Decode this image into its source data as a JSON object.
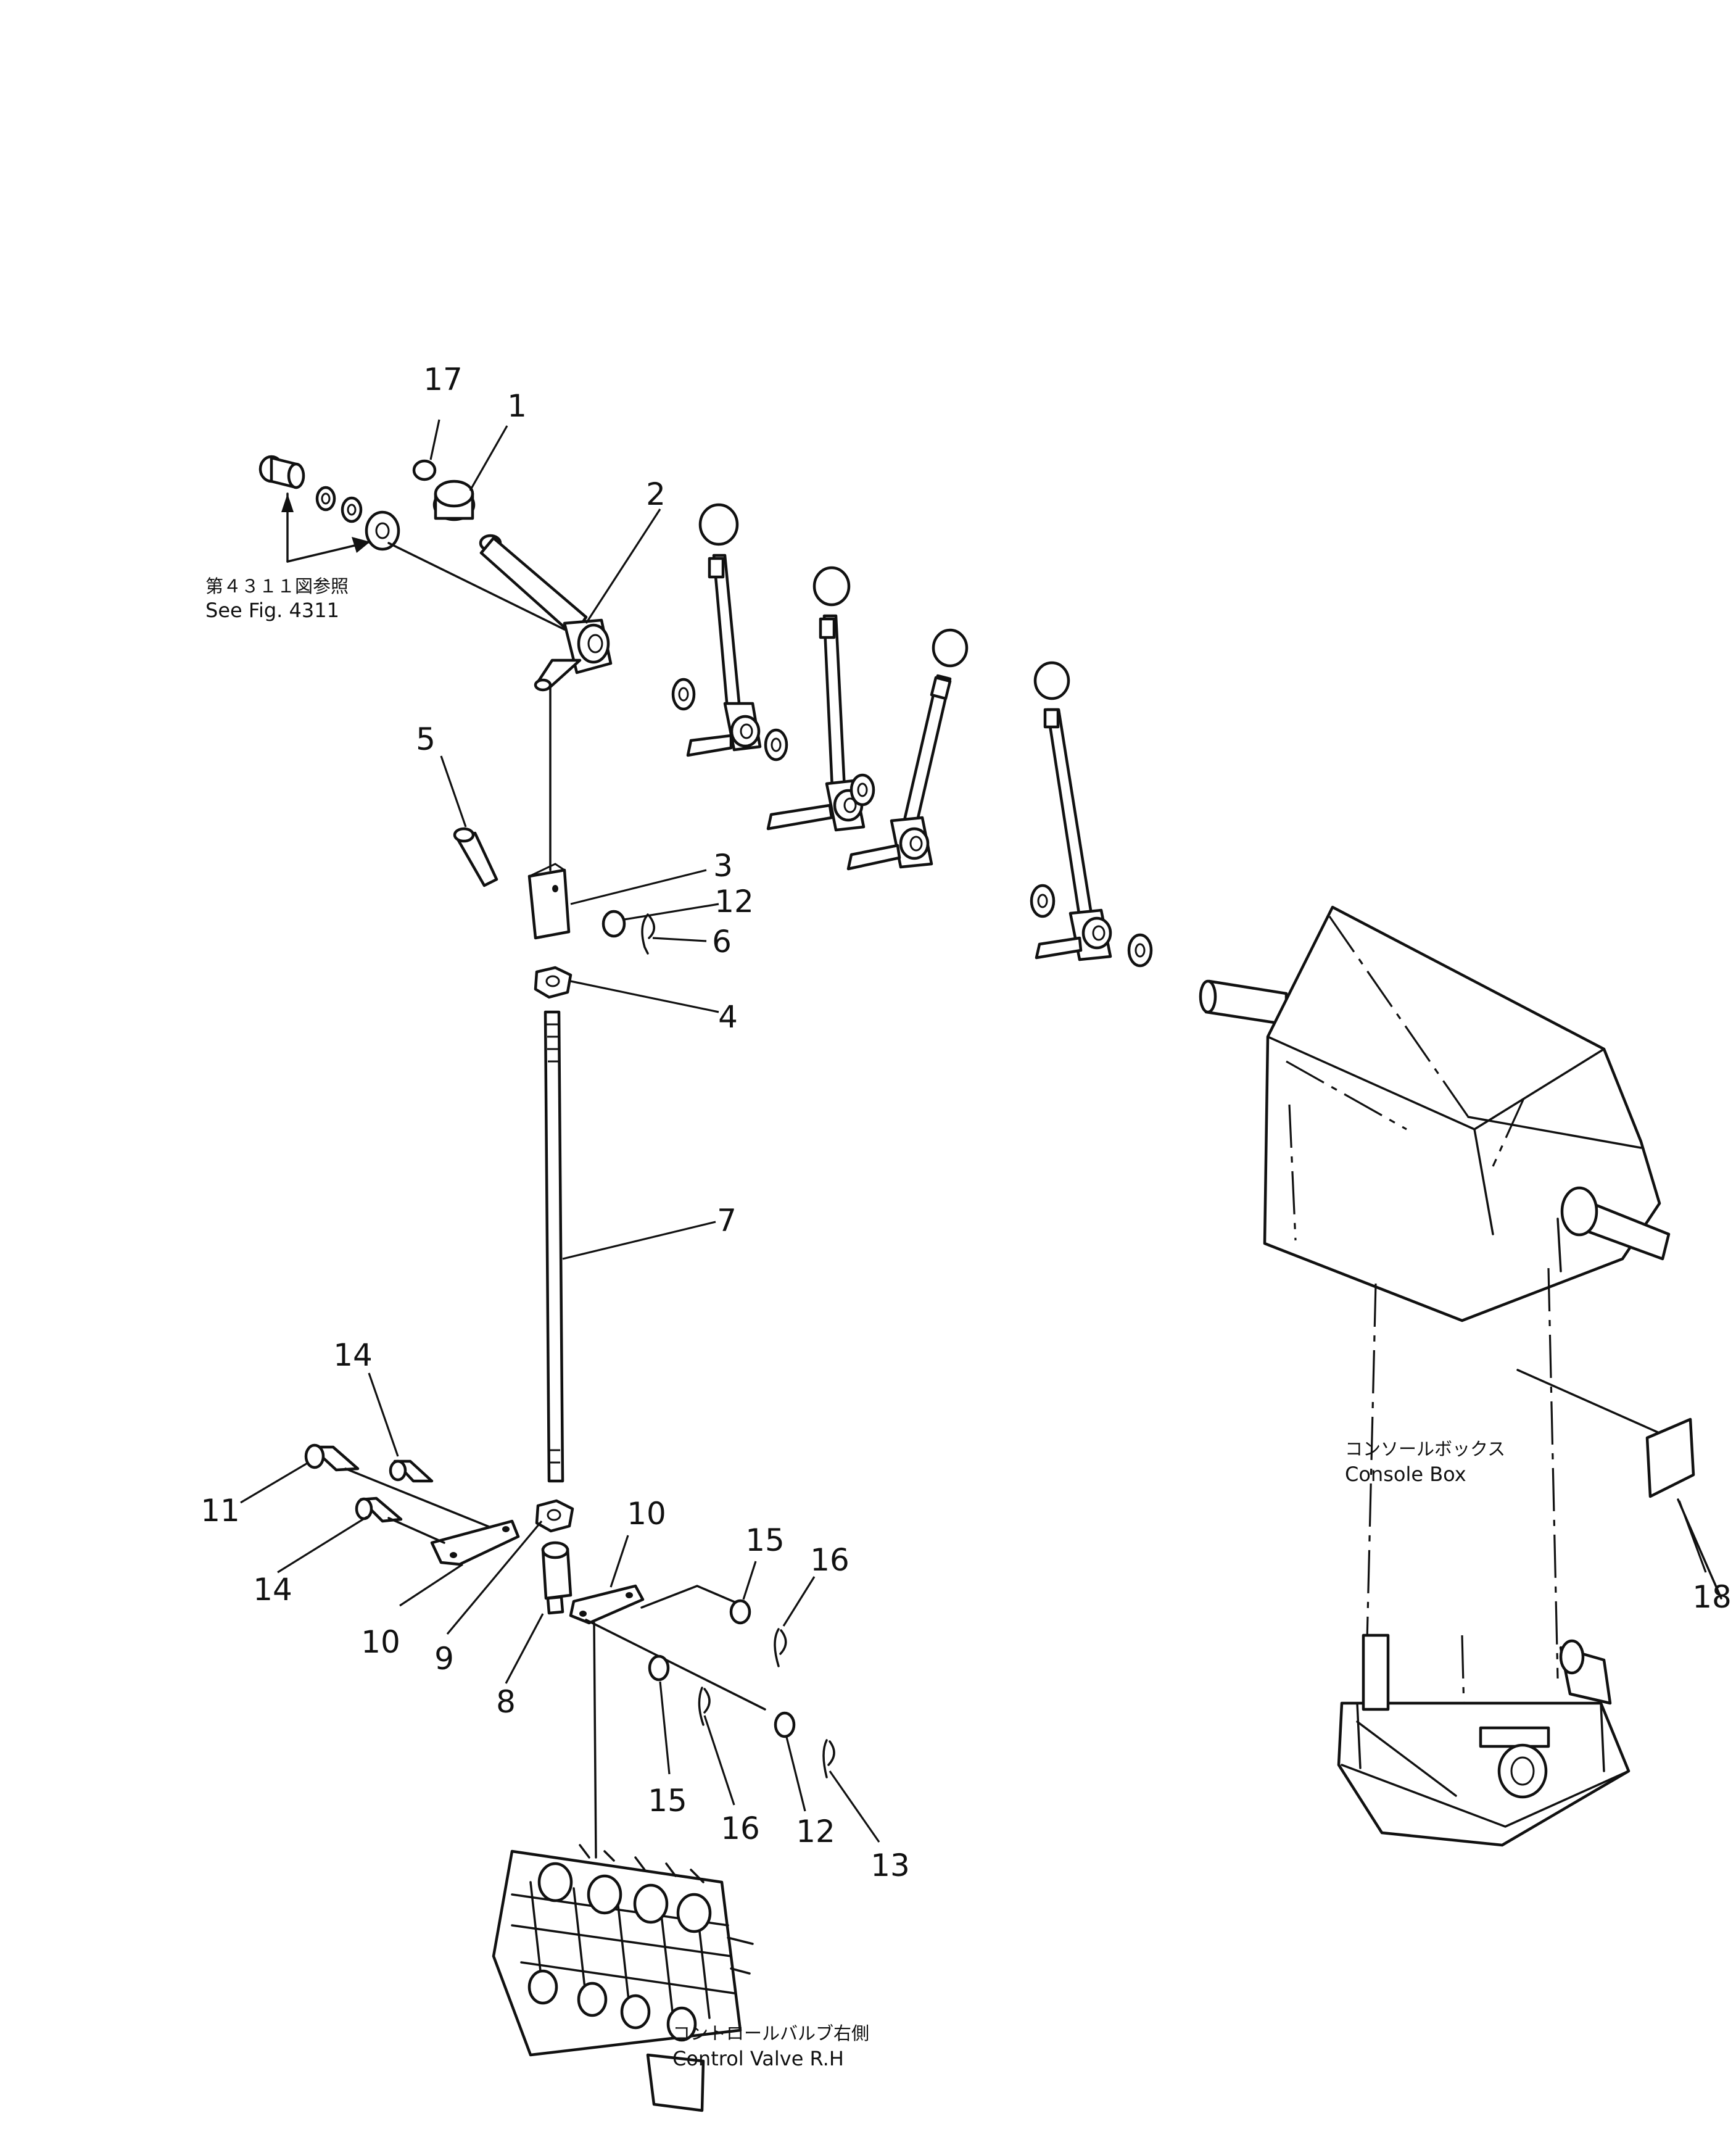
{
  "callouts": {
    "c17": "17",
    "c1": "1",
    "c2": "2",
    "c5": "5",
    "c3": "3",
    "c12a": "12",
    "c6": "6",
    "c4": "4",
    "c7": "7",
    "c14a": "14",
    "c11": "11",
    "c14b": "14",
    "c10a": "10",
    "c9": "9",
    "c8": "8",
    "c10b": "10",
    "c15a": "15",
    "c16a": "16",
    "c15b": "15",
    "c16b": "16",
    "c12b": "12",
    "c13": "13",
    "c18": "18"
  },
  "notes": {
    "fig_ref_jp": "第４３１１図参照",
    "fig_ref_en": "See Fig. 4311",
    "console_jp": "コンソールボックス",
    "console_en": "Console    Box",
    "valve_jp": "コントロールバルブ右側",
    "valve_en": "Control Valve R.H"
  }
}
